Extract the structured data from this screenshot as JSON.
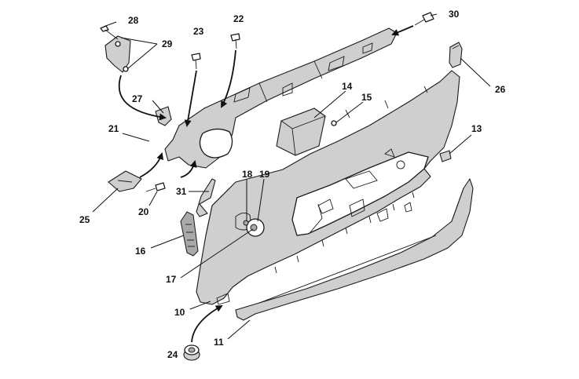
{
  "callouts": {
    "c10": "10",
    "c11": "11",
    "c13": "13",
    "c14": "14",
    "c15": "15",
    "c16": "16",
    "c17": "17",
    "c18": "18",
    "c19": "19",
    "c20": "20",
    "c21": "21",
    "c22": "22",
    "c23": "23",
    "c24": "24",
    "c25": "25",
    "c26": "26",
    "c27": "27",
    "c28": "28",
    "c29": "29",
    "c30": "30",
    "c31": "31"
  }
}
